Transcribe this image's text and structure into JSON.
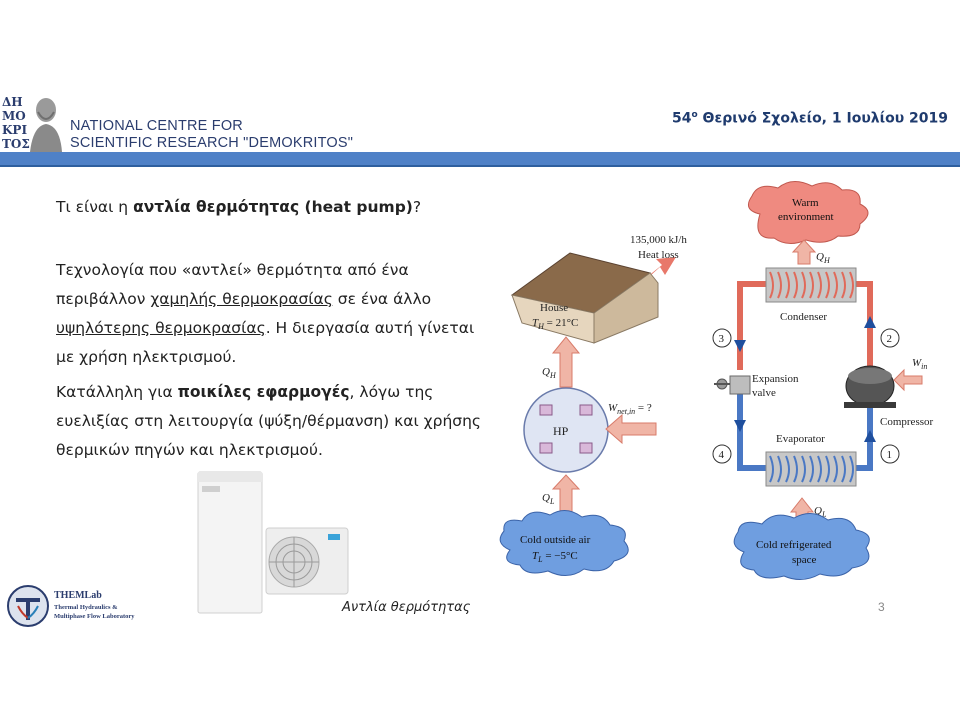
{
  "header": {
    "org_line1": "NATIONAL CENTRE FOR",
    "org_line2": "SCIENTIFIC RESEARCH \"DEMOKRITOS\"",
    "logo_text": "ΔΗΜΟΚΡΙΤΟΣ",
    "event_pre": "54",
    "event_sup": "ο",
    "event_post": " Θερινό Σχολείο, 1 Ιουλίου 2019"
  },
  "slide": {
    "question_pre": "Τι είναι η ",
    "question_bold": "αντλία θερμότητας (heat pump)",
    "question_post": "?",
    "p1_a": "Τεχνολογία που «αντλεί» θερμότητα από ένα περιβάλλον ",
    "p1_u1": "χαμηλής θερμοκρασίας",
    "p1_b": " σε ένα άλλο ",
    "p1_u2": "υψηλότερης θερμοκρασίας",
    "p1_c": ". Η διεργασία αυτή γίνεται με χρήση ηλεκτρισμού.",
    "p2_a": "Κατάλληλη για ",
    "p2_bold": "ποικίλες εφαρμογές",
    "p2_b": ", λόγω της ευελιξίας στη λειτουργία (ψύξη/θέρμανση) και χρήσης θερμικών πηγών και ηλεκτρισμού.",
    "caption": "Αντλία θερμότητας",
    "page_number": "3"
  },
  "footer_logo": {
    "name": "THEMLab",
    "sub1": "Thermal Hydraulics &",
    "sub2": "Multiphase Flow Laboratory"
  },
  "diagram_left": {
    "heat_loss_amount": "135,000 kJ/h",
    "heat_loss_label": "Heat loss",
    "house_label": "House",
    "house_temp": "T",
    "house_temp_sub": "H",
    "house_temp_val": " = 21°C",
    "qh": "Q",
    "qh_sub": "H",
    "hp_label": "HP",
    "wnet": "W",
    "wnet_sub": "net,in",
    "wnet_val": " = ?",
    "ql": "Q",
    "ql_sub": "L",
    "cold_label": "Cold outside air",
    "cold_temp": "T",
    "cold_temp_sub": "L",
    "cold_temp_val": " = −5°C"
  },
  "diagram_right": {
    "warm_line1": "Warm",
    "warm_line2": "environment",
    "qh": "Q",
    "qh_sub": "H",
    "condenser": "Condenser",
    "expansion1": "Expansion",
    "expansion2": "valve",
    "win": "W",
    "win_sub": "in",
    "compressor": "Compressor",
    "evaporator": "Evaporator",
    "ql": "Q",
    "ql_sub": "L",
    "cold_line1": "Cold refrigerated",
    "cold_line2": "space",
    "state1": "1",
    "state2": "2",
    "state3": "3",
    "state4": "4"
  },
  "colors": {
    "accent_bar": "#4f81c7",
    "hot_pipe": "#e06a5a",
    "cold_pipe": "#4a78c4",
    "warm_cloud": "#ef8a80",
    "cold_cloud": "#6f9ee0"
  }
}
